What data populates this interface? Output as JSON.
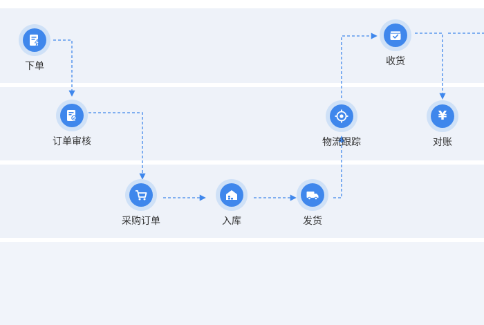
{
  "nodes": {
    "order": {
      "label": "下单"
    },
    "order_review": {
      "label": "订单审核"
    },
    "purchase_order": {
      "label": "采购订单"
    },
    "warehouse_in": {
      "label": "入库"
    },
    "ship": {
      "label": "发货"
    },
    "logistics_tracking": {
      "label": "物流跟踪"
    },
    "receive": {
      "label": "收货"
    },
    "reconcile": {
      "label": "对账"
    }
  },
  "icons": {
    "order": "document-lightning-icon",
    "order_review": "document-check-icon",
    "purchase_order": "shopping-cart-icon",
    "warehouse_in": "warehouse-icon",
    "ship": "delivery-truck-icon",
    "logistics_tracking": "location-target-icon",
    "receive": "package-check-icon",
    "reconcile": "yen-icon"
  },
  "colors": {
    "lane_background": "#eef2f9",
    "node_fill": "#3f87ec",
    "node_ring": "#cfe1f7",
    "connector": "#3f87ec",
    "label_text": "#333333"
  }
}
